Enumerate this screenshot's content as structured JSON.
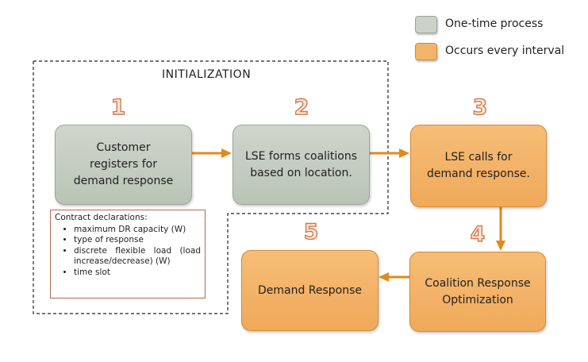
{
  "legend": [
    {
      "label": "One-time process",
      "color": "#cbd3c8"
    },
    {
      "label": "Occurs every interval",
      "color": "#f3b46a"
    }
  ],
  "initialization_label": "INITIALIZATION",
  "steps": [
    {
      "number": "1",
      "text": "Customer registers for demand response",
      "kind": "one-time"
    },
    {
      "number": "2",
      "text": "LSE forms coalitions based on location.",
      "kind": "one-time"
    },
    {
      "number": "3",
      "text": "LSE calls for demand response.",
      "kind": "every-interval"
    },
    {
      "number": "4",
      "text": "Coalition Response Optimization",
      "kind": "every-interval"
    },
    {
      "number": "5",
      "text": "Demand Response",
      "kind": "every-interval"
    }
  ],
  "contract": {
    "title": "Contract declarations:",
    "items": [
      "maximum DR capacity (W)",
      "type of response",
      "discrete flexible load (load increase/decrease) (W)",
      "time slot"
    ]
  },
  "colors": {
    "one_time": "#cbd3c8",
    "every_interval": "#f3b46a",
    "arrow": "#e08a1e",
    "number": "#cf7b52"
  },
  "icons": [
    "arrow-right-icon",
    "arrow-down-icon",
    "arrow-left-icon"
  ]
}
